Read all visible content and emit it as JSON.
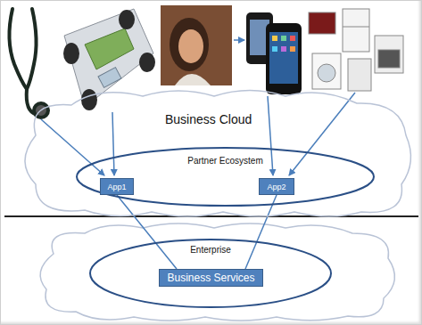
{
  "diagram": {
    "nodes": [
      {
        "text": [
          "Business Cloud"
        ]
      },
      {
        "text": [
          "Partner Ecosystem"
        ],
        "in": 0
      },
      {
        "text": [
          "App1"
        ],
        "in": 1
      },
      {
        "text": [
          "App2"
        ],
        "in": 1
      },
      {
        "text": [
          "Enterprise"
        ]
      },
      {
        "text": [
          "Business Services"
        ],
        "in": 4
      }
    ],
    "edges": [
      {
        "from": 2,
        "to": 5,
        "arrow": "none"
      },
      {
        "from": 3,
        "to": 5,
        "arrow": "none"
      }
    ]
  }
}
